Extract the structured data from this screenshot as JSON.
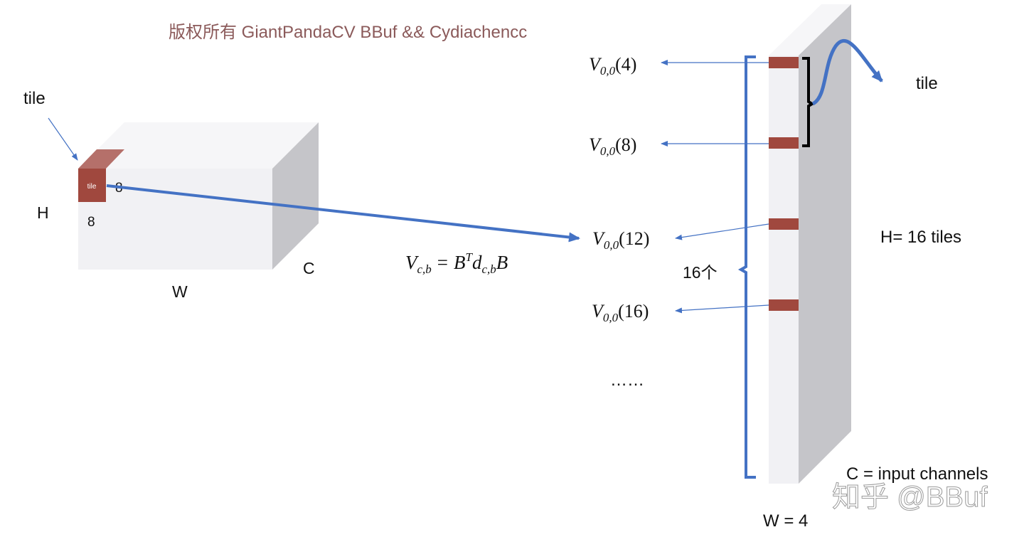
{
  "watermark_top": "版权所有 GiantPandaCV BBuf && Cydiachencc",
  "watermark_bottom": "知乎 @BBuf",
  "left_block": {
    "tile_label": "tile",
    "tile_inner_label": "tile",
    "tile_width": "8",
    "tile_height": "8",
    "h_label": "H",
    "w_label": "W",
    "c_label": "C"
  },
  "formula": {
    "lhs": "V",
    "lhs_sub": "c,b",
    "equals": "=",
    "b1": "B",
    "b1_sup": "T",
    "d": "d",
    "d_sub": "c,b",
    "b2": "B"
  },
  "v_labels": [
    {
      "base": "V",
      "sub": "0,0",
      "arg": "(4)"
    },
    {
      "base": "V",
      "sub": "0,0",
      "arg": "(8)"
    },
    {
      "base": "V",
      "sub": "0,0",
      "arg": "(12)"
    },
    {
      "base": "V",
      "sub": "0,0",
      "arg": "(16)"
    }
  ],
  "ellipsis": "……",
  "count_label": "16个",
  "right_block": {
    "tile_label": "tile",
    "h_label": "H= 16 tiles",
    "c_label": "C = input channels",
    "w_label": "W = 4"
  },
  "colors": {
    "tile_red": "#A0483E",
    "tile_red_light": "#B5706A",
    "arrow_blue": "#4472C4",
    "watermark_text": "#8B5A5A",
    "face_front": "#F1F1F4",
    "face_top": "#F6F6F8",
    "face_side": "#C5C5C9"
  }
}
